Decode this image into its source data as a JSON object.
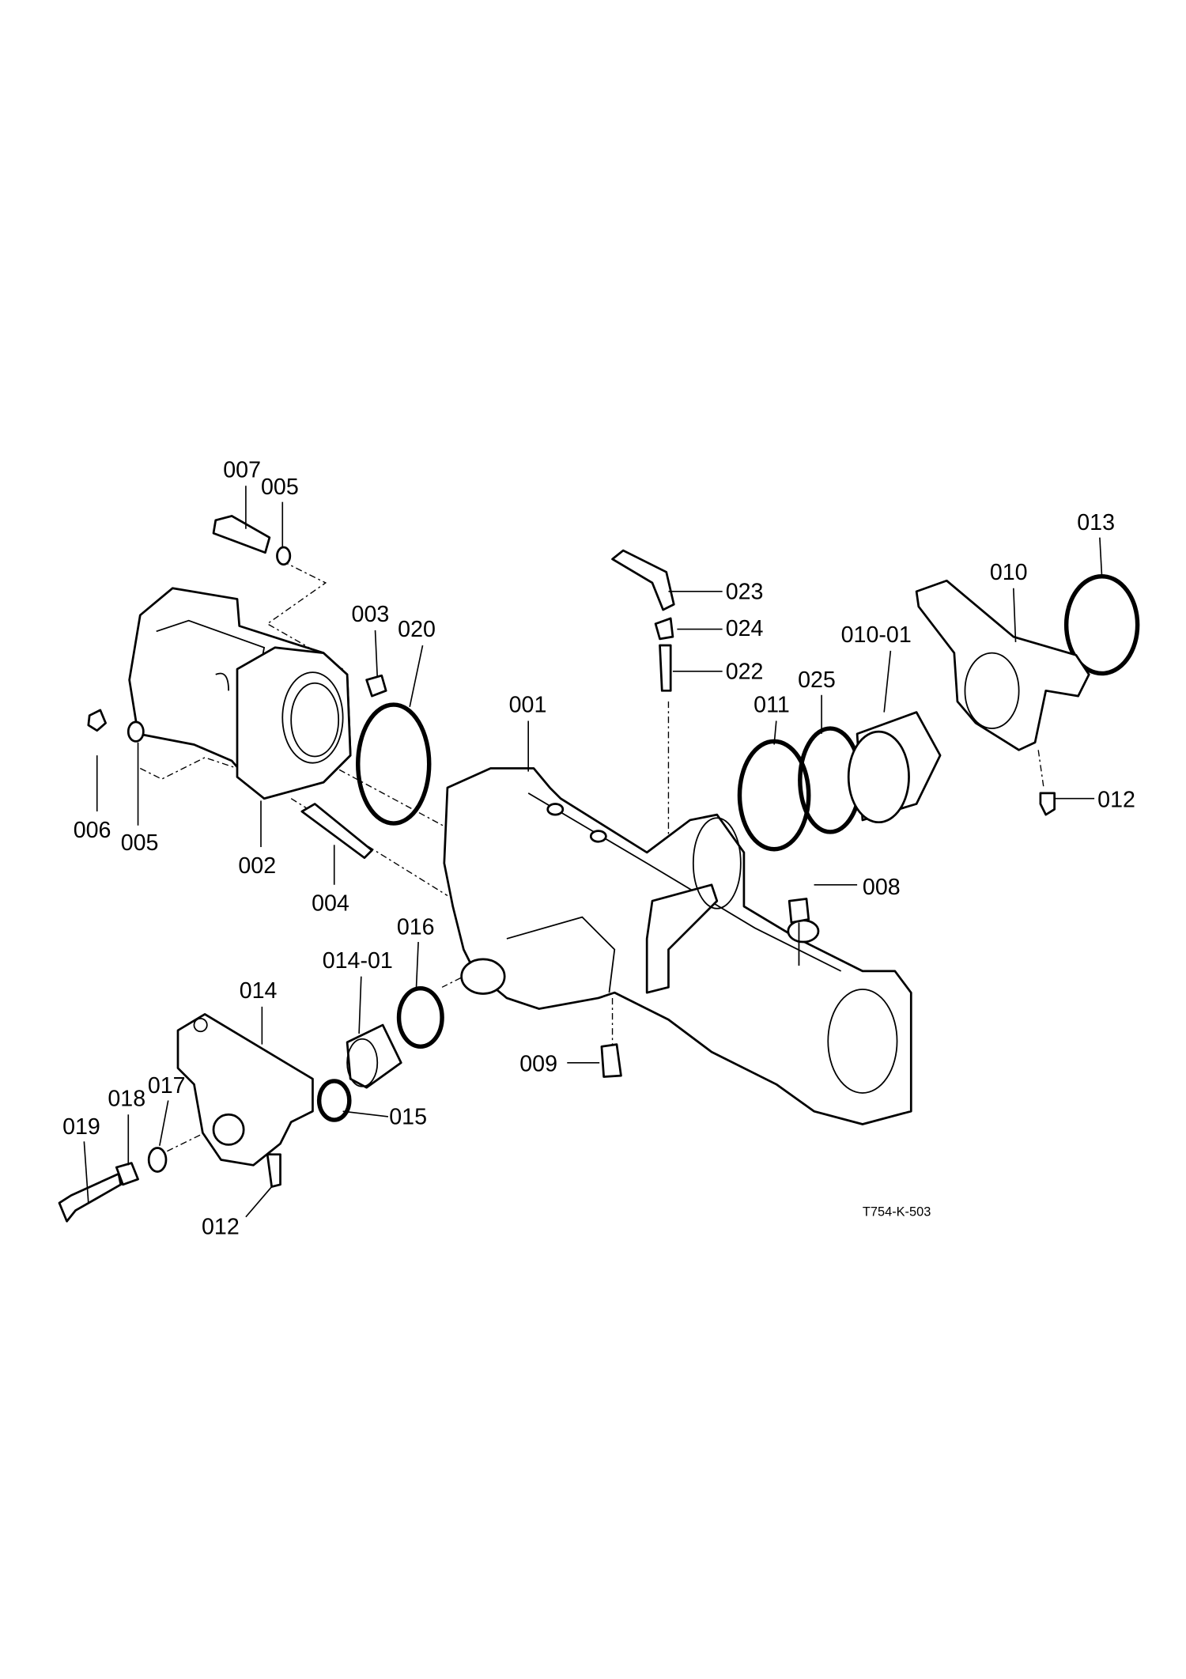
{
  "diagram": {
    "drawing_code": "T754-K-503",
    "labels": {
      "p007": "007",
      "p005a": "005",
      "p003": "003",
      "p020": "020",
      "p001": "001",
      "p023": "023",
      "p024": "024",
      "p022": "022",
      "p011": "011",
      "p025": "025",
      "p010_01": "010-01",
      "p010": "010",
      "p013": "013",
      "p012a": "012",
      "p008": "008",
      "p006": "006",
      "p005b": "005",
      "p002": "002",
      "p004": "004",
      "p016": "016",
      "p014_01": "014-01",
      "p014": "014",
      "p009": "009",
      "p015": "015",
      "p018": "018",
      "p017": "017",
      "p019": "019",
      "p012b": "012"
    }
  }
}
